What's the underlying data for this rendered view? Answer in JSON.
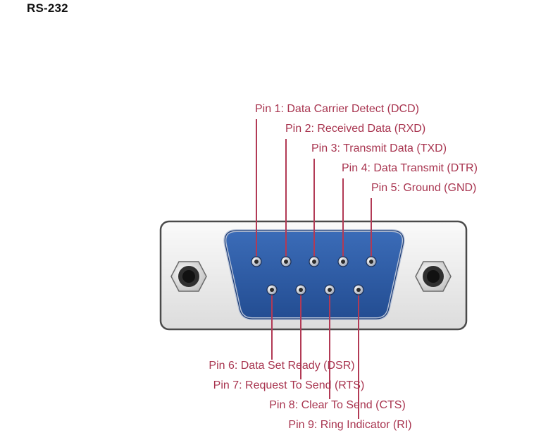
{
  "title": "RS-232",
  "colors": {
    "label": "#a8344f",
    "lead": "#b23a55",
    "shell_blue": "#2c5aa3",
    "shell_blue_dark": "#1c3f7d",
    "plate": "#efefef",
    "plate_border": "#555555"
  },
  "top_pins": [
    {
      "label": "Pin 1: Data Carrier Detect (DCD)"
    },
    {
      "label": "Pin 2: Received Data (RXD)"
    },
    {
      "label": "Pin 3: Transmit Data (TXD)"
    },
    {
      "label": "Pin 4: Data Transmit (DTR)"
    },
    {
      "label": "Pin 5: Ground (GND)"
    }
  ],
  "bottom_pins": [
    {
      "label": "Pin 6: Data Set Ready (DSR)"
    },
    {
      "label": "Pin 7: Request To Send (RTS)"
    },
    {
      "label": "Pin 8: Clear To Send (CTS)"
    },
    {
      "label": "Pin 9: Ring Indicator (RI)"
    }
  ]
}
